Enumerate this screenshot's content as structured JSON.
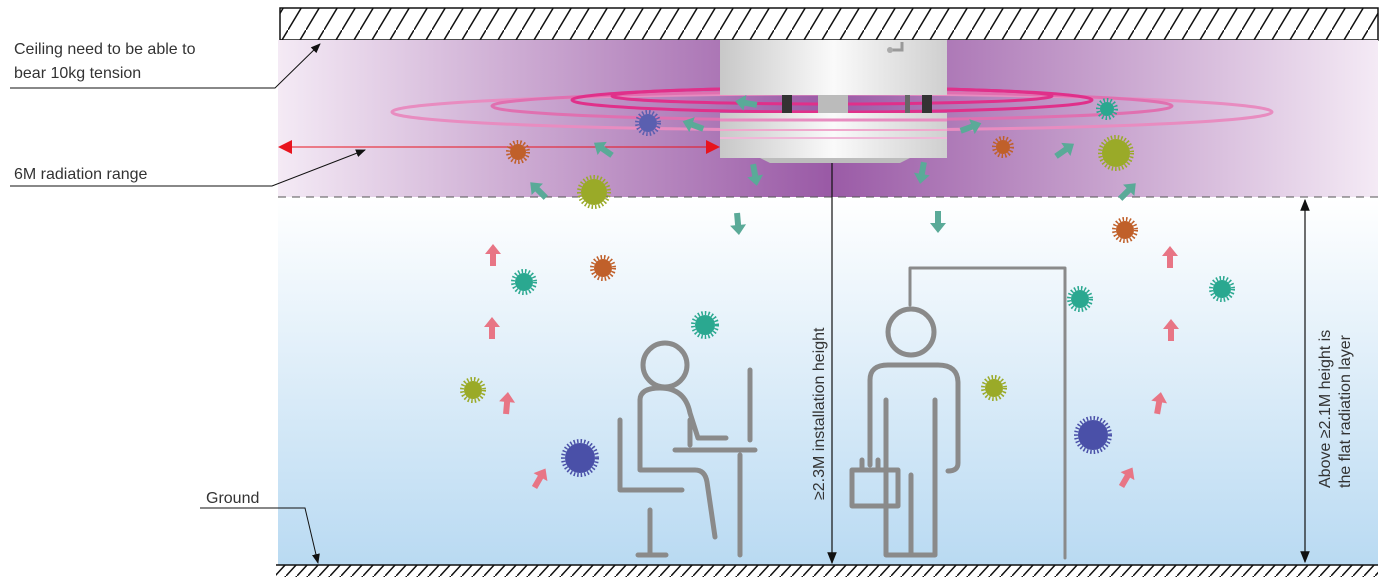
{
  "labels": {
    "ceiling_line1": "Ceiling need to be able to",
    "ceiling_line2": "bear 10kg tension",
    "radiation_range": "6M radiation range",
    "ground": "Ground",
    "installation_height": "≥2.3M installation height",
    "flat_layer_line1": "Above ≥2.1M height is",
    "flat_layer_line2": "the flat radiation layer"
  },
  "colors": {
    "purple": "#9a5aa6",
    "ring": "#e0308a",
    "arrow_down": "#5aaa98",
    "arrow_up": "#e87585",
    "range_arrow": "#e8141e",
    "floor_blue": "#b9daf2"
  }
}
